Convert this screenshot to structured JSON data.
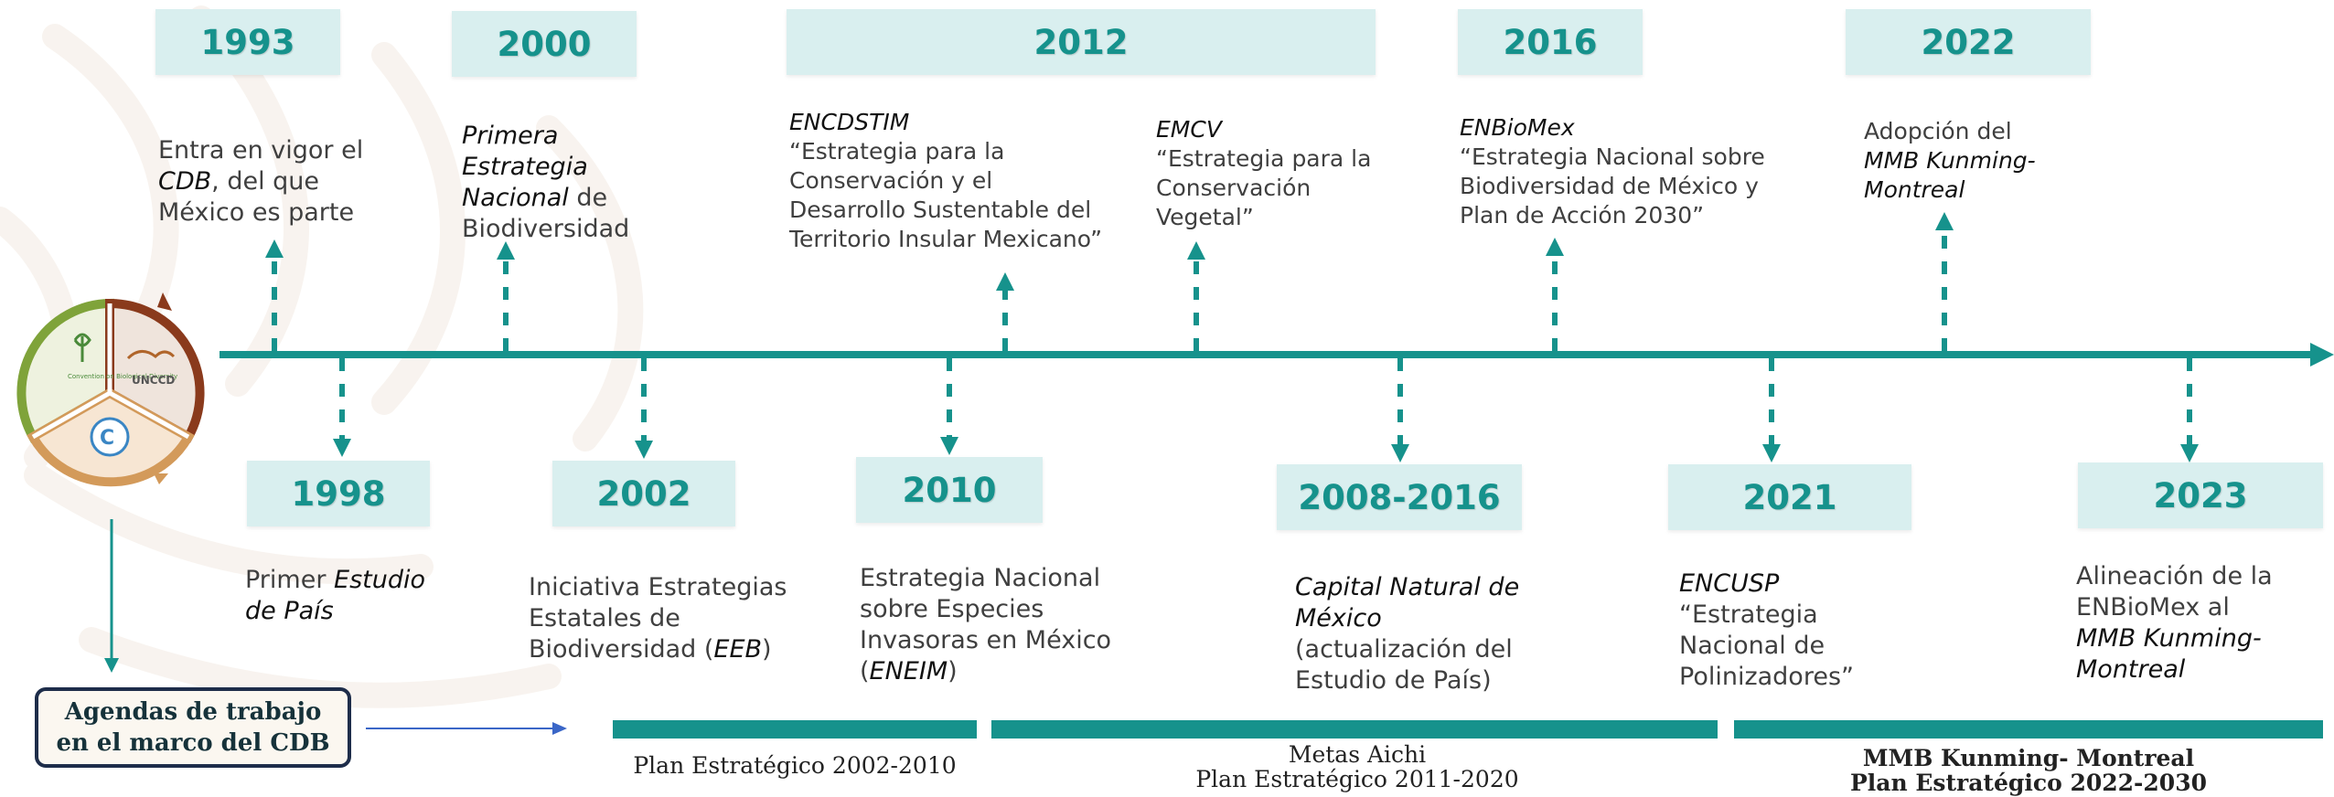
{
  "colors": {
    "accent": "#16928c",
    "year_box_bg": "#d9efef",
    "agenda_border": "#1e2d4a",
    "arrow_blue": "#3a66c7"
  },
  "logo": {
    "labels": [
      "Convention on Biological Diversity",
      "UNCCD"
    ]
  },
  "events_top": [
    {
      "year": "1993",
      "desc": [
        [
          {
            "t": "Entra en vigor el"
          }
        ],
        [
          {
            "t": "CDB",
            "s": "it"
          },
          {
            "t": ", del que"
          }
        ],
        [
          {
            "t": "México es parte"
          }
        ]
      ]
    },
    {
      "year": "2000",
      "desc": [
        [
          {
            "t": "Primera",
            "s": "it"
          }
        ],
        [
          {
            "t": "Estrategia",
            "s": "it"
          }
        ],
        [
          {
            "t": "Nacional",
            "s": "it"
          },
          {
            "t": " de"
          }
        ],
        [
          {
            "t": "Biodiversidad"
          }
        ]
      ]
    },
    {
      "year": "2012",
      "desc": [
        [
          {
            "t": "ENCDSTIM",
            "s": "it"
          }
        ],
        [
          {
            "t": "“Estrategia para la"
          }
        ],
        [
          {
            "t": "Conservación y el"
          }
        ],
        [
          {
            "t": "Desarrollo Sustentable del"
          }
        ],
        [
          {
            "t": "Territorio Insular Mexicano”"
          }
        ]
      ]
    },
    {
      "year": "",
      "desc": [
        [
          {
            "t": "EMCV",
            "s": "it"
          }
        ],
        [
          {
            "t": "“Estrategia para la"
          }
        ],
        [
          {
            "t": "Conservación"
          }
        ],
        [
          {
            "t": "Vegetal”"
          }
        ]
      ]
    },
    {
      "year": "2016",
      "desc": [
        [
          {
            "t": "ENBioMex",
            "s": "it"
          }
        ],
        [
          {
            "t": "“Estrategia Nacional sobre"
          }
        ],
        [
          {
            "t": "Biodiversidad de México y"
          }
        ],
        [
          {
            "t": "Plan de Acción 2030”"
          }
        ]
      ]
    },
    {
      "year": "2022",
      "desc": [
        [
          {
            "t": "Adopción del"
          }
        ],
        [
          {
            "t": "MMB Kunming-",
            "s": "it"
          }
        ],
        [
          {
            "t": "Montreal",
            "s": "it"
          }
        ]
      ]
    }
  ],
  "events_bottom": [
    {
      "year": "1998",
      "desc": [
        [
          {
            "t": "Primer "
          },
          {
            "t": "Estudio",
            "s": "it"
          }
        ],
        [
          {
            "t": "de País",
            "s": "it"
          }
        ]
      ]
    },
    {
      "year": "2002",
      "desc": [
        [
          {
            "t": "Iniciativa Estrategias"
          }
        ],
        [
          {
            "t": "Estatales de"
          }
        ],
        [
          {
            "t": "Biodiversidad ("
          },
          {
            "t": "EEB",
            "s": "it"
          },
          {
            "t": ")"
          }
        ]
      ]
    },
    {
      "year": "2010",
      "desc": [
        [
          {
            "t": "Estrategia Nacional"
          }
        ],
        [
          {
            "t": "sobre Especies"
          }
        ],
        [
          {
            "t": "Invasoras en México"
          }
        ],
        [
          {
            "t": "("
          },
          {
            "t": "ENEIM",
            "s": "it"
          },
          {
            "t": ")"
          }
        ]
      ]
    },
    {
      "year": "2008-2016",
      "desc": [
        [
          {
            "t": "Capital Natural de",
            "s": "it"
          }
        ],
        [
          {
            "t": "México",
            "s": "it"
          }
        ],
        [
          {
            "t": "(actualización del"
          }
        ],
        [
          {
            "t": "Estudio de País)"
          }
        ]
      ]
    },
    {
      "year": "2021",
      "desc": [
        [
          {
            "t": "ENCUSP",
            "s": "it"
          }
        ],
        [
          {
            "t": "“Estrategia"
          }
        ],
        [
          {
            "t": "Nacional de"
          }
        ],
        [
          {
            "t": "Polinizadores”"
          }
        ]
      ]
    },
    {
      "year": "2023",
      "desc": [
        [
          {
            "t": "Alineación de la"
          }
        ],
        [
          {
            "t": "ENBioMex al"
          }
        ],
        [
          {
            "t": "MMB Kunming-",
            "s": "it"
          }
        ],
        [
          {
            "t": "Montreal",
            "s": "it"
          }
        ]
      ]
    }
  ],
  "agenda": {
    "line1": "Agendas de trabajo",
    "line2": "en el marco del CDB"
  },
  "plans": [
    {
      "lines": [
        "Plan Estratégico 2002-2010"
      ]
    },
    {
      "lines": [
        "Metas Aichi",
        "Plan Estratégico 2011-2020"
      ]
    },
    {
      "lines": [
        "MMB Kunming- Montreal",
        "Plan Estratégico 2022-2030"
      ]
    }
  ]
}
